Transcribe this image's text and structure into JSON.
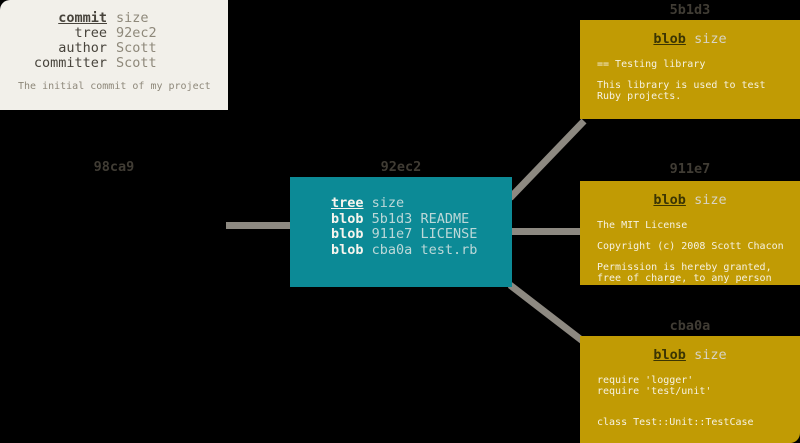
{
  "diagram": {
    "commit": {
      "id_label": "98ca9",
      "keyword": "commit",
      "size_label": "size",
      "rows": [
        {
          "key": "tree",
          "value": "92ec2"
        },
        {
          "key": "author",
          "value": "Scott"
        },
        {
          "key": "committer",
          "value": "Scott"
        }
      ],
      "message": "The initial commit of my project"
    },
    "tree": {
      "id_label": "92ec2",
      "keyword": "tree",
      "size_label": "size",
      "entries": [
        {
          "type": "blob",
          "hash": "5b1d3",
          "name": "README"
        },
        {
          "type": "blob",
          "hash": "911e7",
          "name": "LICENSE"
        },
        {
          "type": "blob",
          "hash": "cba0a",
          "name": "test.rb"
        }
      ]
    },
    "blobs": [
      {
        "id_label": "5b1d3",
        "keyword": "blob",
        "size_label": "size",
        "lines": [
          "== Testing library",
          "",
          "This library is used to test",
          "Ruby projects."
        ]
      },
      {
        "id_label": "911e7",
        "keyword": "blob",
        "size_label": "size",
        "lines": [
          "The MIT License",
          "",
          "Copyright (c) 2008 Scott Chacon",
          "",
          "Permission is hereby granted,",
          "free of charge, to any person"
        ]
      },
      {
        "id_label": "cba0a",
        "keyword": "blob",
        "size_label": "size",
        "lines": [
          "require 'logger'",
          "require 'test/unit'",
          "",
          "",
          "class Test::Unit::TestCase"
        ]
      }
    ],
    "colors": {
      "background": "#000000",
      "commit_box": "#f2f0ea",
      "tree_box": "#0c8a96",
      "blob_box": "#c19b04",
      "connector": "#8d8981",
      "hash_label_text": "#403c34"
    }
  }
}
